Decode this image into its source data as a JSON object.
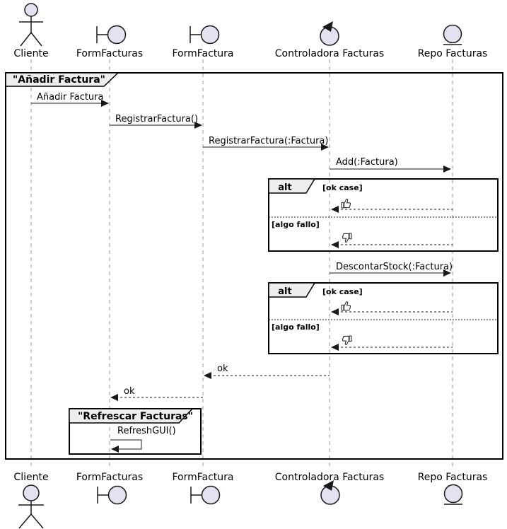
{
  "diagram": {
    "kind": "uml-sequence-diagram",
    "colors": {
      "participant_fill": "#E2E2F0",
      "line": "#181818",
      "frame_title_bg": "#EEEEEE",
      "lifeline": "#999999",
      "background": "#FFFFFF"
    }
  },
  "participants": {
    "cliente": {
      "label": "Cliente",
      "icon": "actor-icon"
    },
    "form_facturas": {
      "label": "FormFacturas",
      "icon": "boundary-icon"
    },
    "form_factura": {
      "label": "FormFactura",
      "icon": "boundary-icon"
    },
    "controladora": {
      "label": "Controladora Facturas",
      "icon": "control-icon"
    },
    "repo": {
      "label": "Repo Facturas",
      "icon": "entity-icon"
    }
  },
  "frames": {
    "main": {
      "title": "\"Añadir Factura\""
    },
    "alt1": {
      "keyword": "alt",
      "guard_ok": "[ok case]",
      "guard_fail": "[algo fallo]",
      "reply_ok": {
        "icon": "thumbs-up",
        "from": "Repo Facturas",
        "to": "Controladora Facturas",
        "kind": "return"
      },
      "reply_fail": {
        "icon": "thumbs-down",
        "from": "Repo Facturas",
        "to": "Controladora Facturas",
        "kind": "return"
      }
    },
    "alt2": {
      "keyword": "alt",
      "guard_ok": "[ok case]",
      "guard_fail": "[algo fallo]",
      "reply_ok": {
        "icon": "thumbs-up",
        "from": "Repo Facturas",
        "to": "Controladora Facturas",
        "kind": "return"
      },
      "reply_fail": {
        "icon": "thumbs-down",
        "from": "Repo Facturas",
        "to": "Controladora Facturas",
        "kind": "return"
      }
    },
    "refresh": {
      "title": "\"Refrescar Facturas\""
    }
  },
  "messages": {
    "anadir_factura": {
      "label": "Añadir Factura",
      "from": "Cliente",
      "to": "FormFacturas",
      "kind": "call"
    },
    "registrar_factura": {
      "label": "RegistrarFactura()",
      "from": "FormFacturas",
      "to": "FormFactura",
      "kind": "call"
    },
    "registrar_factura_param": {
      "label": "RegistrarFactura(:Factura)",
      "from": "FormFactura",
      "to": "Controladora Facturas",
      "kind": "call"
    },
    "add_factura": {
      "label": "Add(:Factura)",
      "from": "Controladora Facturas",
      "to": "Repo Facturas",
      "kind": "call"
    },
    "descontar_stock": {
      "label": "DescontarStock(:Factura)",
      "from": "Controladora Facturas",
      "to": "Repo Facturas",
      "kind": "call"
    },
    "ok_to_form_factura": {
      "label": "ok",
      "from": "Controladora Facturas",
      "to": "FormFactura",
      "kind": "return"
    },
    "ok_to_form_facturas": {
      "label": "ok",
      "from": "FormFactura",
      "to": "FormFacturas",
      "kind": "return"
    },
    "refresh_gui": {
      "label": "RefreshGUI()",
      "from": "FormFacturas",
      "to": "FormFacturas",
      "kind": "self"
    }
  }
}
